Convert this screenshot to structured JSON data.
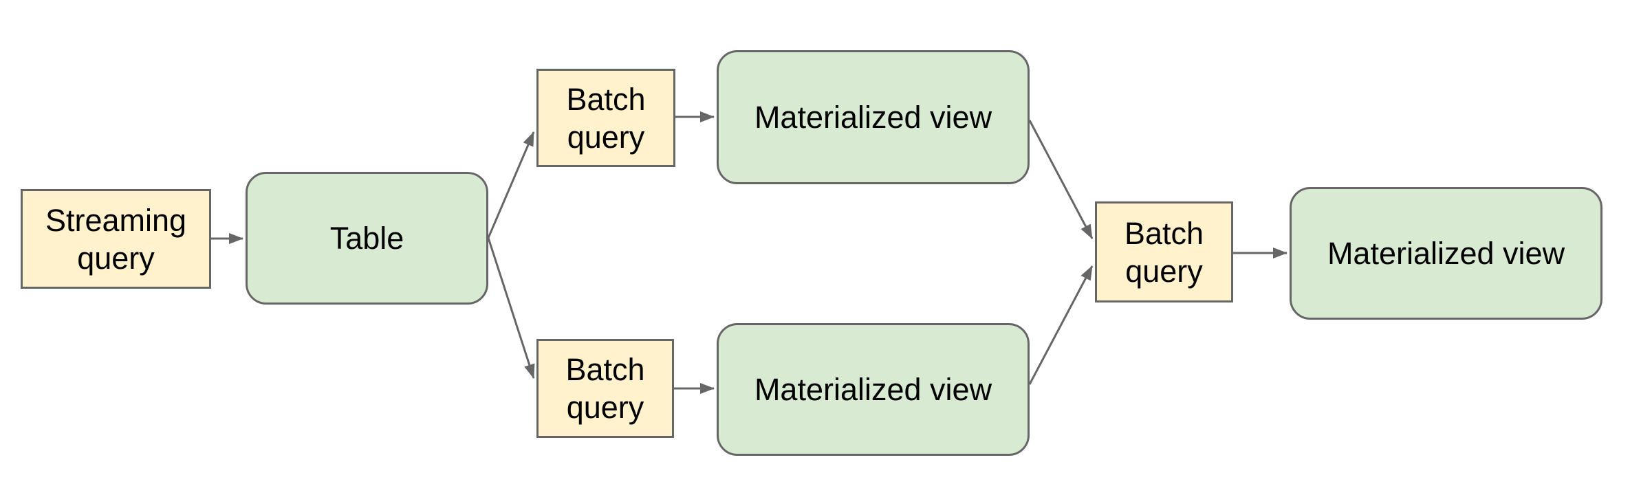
{
  "diagram": {
    "colors": {
      "node_query_fill": "#fff2cc",
      "node_view_fill": "#d9ead3",
      "border_color": "#666666",
      "edge_color": "#666666",
      "text_color": "#000000",
      "background": "#ffffff"
    },
    "nodes": [
      {
        "id": "streaming-query",
        "label": "Streaming query",
        "shape": "rectangle",
        "fill": "#fff2cc"
      },
      {
        "id": "table",
        "label": "Table",
        "shape": "rounded-rectangle",
        "fill": "#d9ead3"
      },
      {
        "id": "batch-query-top",
        "label": "Batch query",
        "shape": "rectangle",
        "fill": "#fff2cc"
      },
      {
        "id": "materialized-view-top",
        "label": "Materialized view",
        "shape": "rounded-rectangle",
        "fill": "#d9ead3"
      },
      {
        "id": "batch-query-bottom",
        "label": "Batch query",
        "shape": "rectangle",
        "fill": "#fff2cc"
      },
      {
        "id": "materialized-view-bottom",
        "label": "Materialized view",
        "shape": "rounded-rectangle",
        "fill": "#d9ead3"
      },
      {
        "id": "batch-query-final",
        "label": "Batch query",
        "shape": "rectangle",
        "fill": "#fff2cc"
      },
      {
        "id": "materialized-view-final",
        "label": "Materialized view",
        "shape": "rounded-rectangle",
        "fill": "#d9ead3"
      }
    ],
    "edges": [
      {
        "from": "streaming-query",
        "to": "table"
      },
      {
        "from": "table",
        "to": "batch-query-top"
      },
      {
        "from": "table",
        "to": "batch-query-bottom"
      },
      {
        "from": "batch-query-top",
        "to": "materialized-view-top"
      },
      {
        "from": "batch-query-bottom",
        "to": "materialized-view-bottom"
      },
      {
        "from": "materialized-view-top",
        "to": "batch-query-final"
      },
      {
        "from": "materialized-view-bottom",
        "to": "batch-query-final"
      },
      {
        "from": "batch-query-final",
        "to": "materialized-view-final"
      }
    ]
  }
}
